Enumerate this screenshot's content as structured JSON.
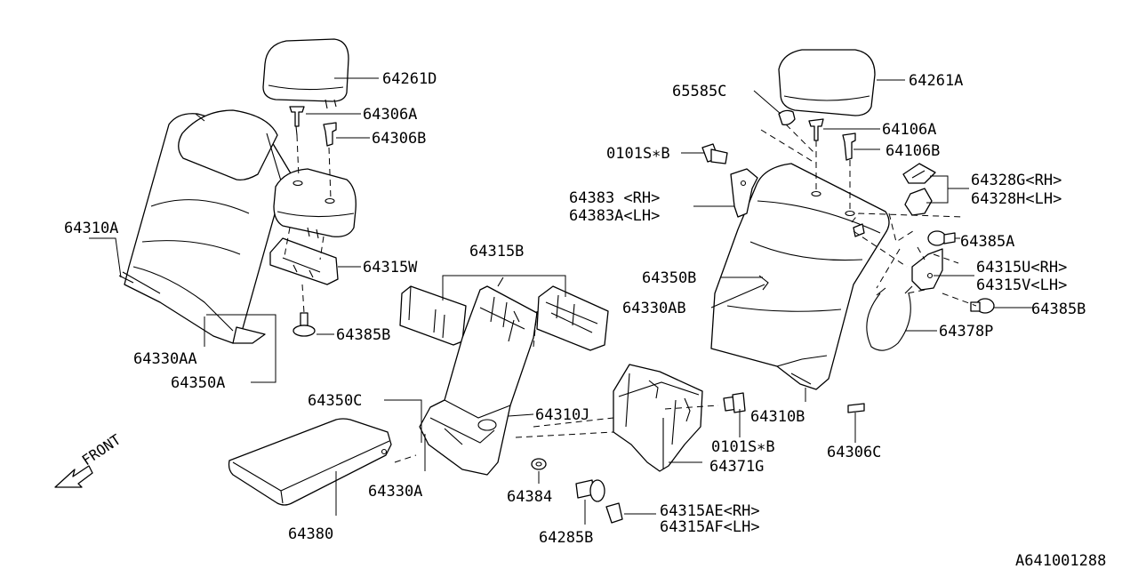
{
  "diagram": {
    "drawing_number": "A641001288",
    "front_label": "FRONT",
    "callouts": {
      "p64261D": "64261D",
      "p64306A": "64306A",
      "p64306B": "64306B",
      "p64310A": "64310A",
      "p64315W": "64315W",
      "p64385B_left": "64385B",
      "p64330AA": "64330AA",
      "p64350A": "64350A",
      "p64315B": "64315B",
      "p64350C": "64350C",
      "p64310J": "64310J",
      "p64330A": "64330A",
      "p64380": "64380",
      "p64384": "64384",
      "p64285B": "64285B",
      "p64315AE": "64315AE<RH>",
      "p64315AF": "64315AF<LH>",
      "p64371G": "64371G",
      "p0101SB_lower": "0101S∗B",
      "p64310B": "64310B",
      "p64306C": "64306C",
      "p65585C": "65585C",
      "p64261A": "64261A",
      "p0101SB_upper": "0101S∗B",
      "p64106A": "64106A",
      "p64106B": "64106B",
      "p64383": "64383  <RH>",
      "p64383A": "64383A<LH>",
      "p64350B": "64350B",
      "p64330AB": "64330AB",
      "p64328G": "64328G<RH>",
      "p64328H": "64328H<LH>",
      "p64385A": "64385A",
      "p64315U": "64315U<RH>",
      "p64315V": "64315V<LH>",
      "p64385B_right": "64385B",
      "p64378P": "64378P"
    }
  }
}
